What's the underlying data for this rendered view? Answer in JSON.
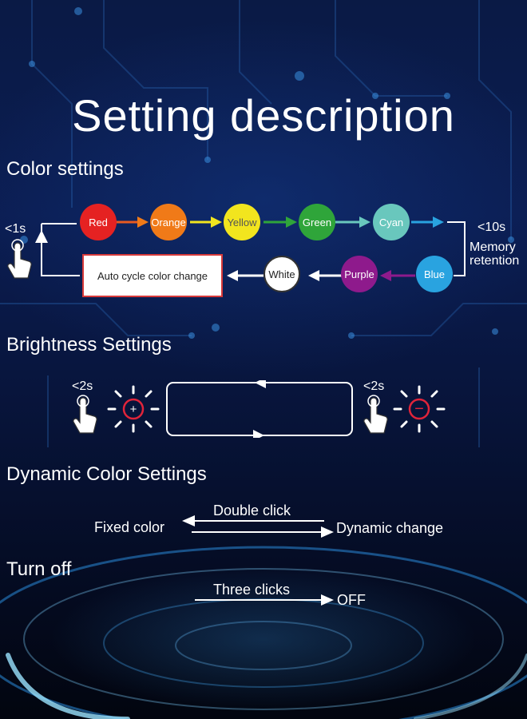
{
  "title": "Setting description",
  "color_settings": {
    "heading": "Color settings",
    "press_short": "<1s",
    "press_long": "<10s",
    "memory_line1": "Memory",
    "memory_line2": "retention",
    "auto_cycle": "Auto cycle color change",
    "top_row": [
      {
        "label": "Red",
        "color": "#e52222",
        "text_color": "#ffffff"
      },
      {
        "label": "Orange",
        "color": "#f07a18",
        "text_color": "#ffffff"
      },
      {
        "label": "Yellow",
        "color": "#f2e51e",
        "text_color": "#555555"
      },
      {
        "label": "Green",
        "color": "#2fa53a",
        "text_color": "#ffffff"
      },
      {
        "label": "Cyan",
        "color": "#69c7bd",
        "text_color": "#ffffff"
      }
    ],
    "bottom_row": [
      {
        "label": "White",
        "color": "#ffffff",
        "text_color": "#222222"
      },
      {
        "label": "Purple",
        "color": "#8e1a8c",
        "text_color": "#ffffff"
      },
      {
        "label": "Blue",
        "color": "#29a3e0",
        "text_color": "#ffffff"
      }
    ]
  },
  "brightness": {
    "heading": "Brightness Settings",
    "press_left": "<2s",
    "press_right": "<2s",
    "increase_symbol": "+",
    "decrease_symbol": "−",
    "accent": "#e0243a"
  },
  "dynamic": {
    "heading": "Dynamic Color Settings",
    "left": "Fixed color",
    "arrow_label": "Double click",
    "right": "Dynamic change"
  },
  "turn_off": {
    "heading": "Turn off",
    "arrow_label": "Three clicks",
    "result": "OFF"
  }
}
